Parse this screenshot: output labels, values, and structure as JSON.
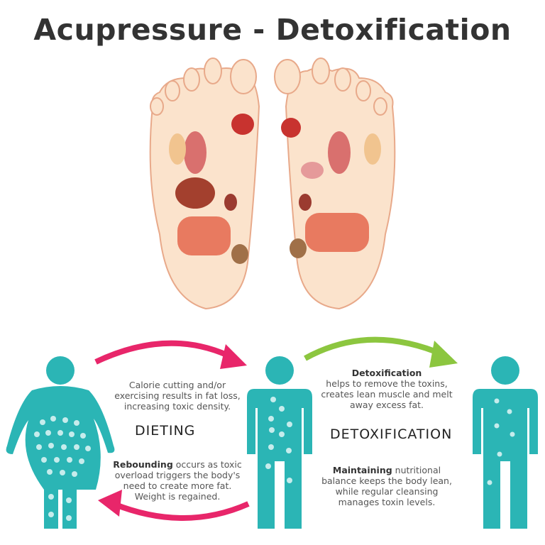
{
  "title": "Acupressure - Detoxification",
  "colors": {
    "figure": "#2bb5b5",
    "dots": "#c6ecec",
    "dieting_arrow": "#e8266a",
    "detox_arrow": "#8cc63f",
    "foot": "#fbe3cc",
    "foot_outline": "#e8a98a"
  },
  "dieting": {
    "heading": "DIETING",
    "top_text": "Calorie cutting and/or exercising results in fat loss, increasing toxic density.",
    "bottom_bold": "Rebounding",
    "bottom_text": " occurs as toxic overload triggers the body's need to create more fat. Weight is regained."
  },
  "detoxification": {
    "heading": "DETOXIFICATION",
    "top_bold": "Detoxification",
    "top_text": "helps to remove the toxins, creates lean muscle and melt away excess fat.",
    "bottom_bold": "Maintaining",
    "bottom_text": " nutritional balance keeps the body lean, while regular cleansing manages toxin levels."
  }
}
